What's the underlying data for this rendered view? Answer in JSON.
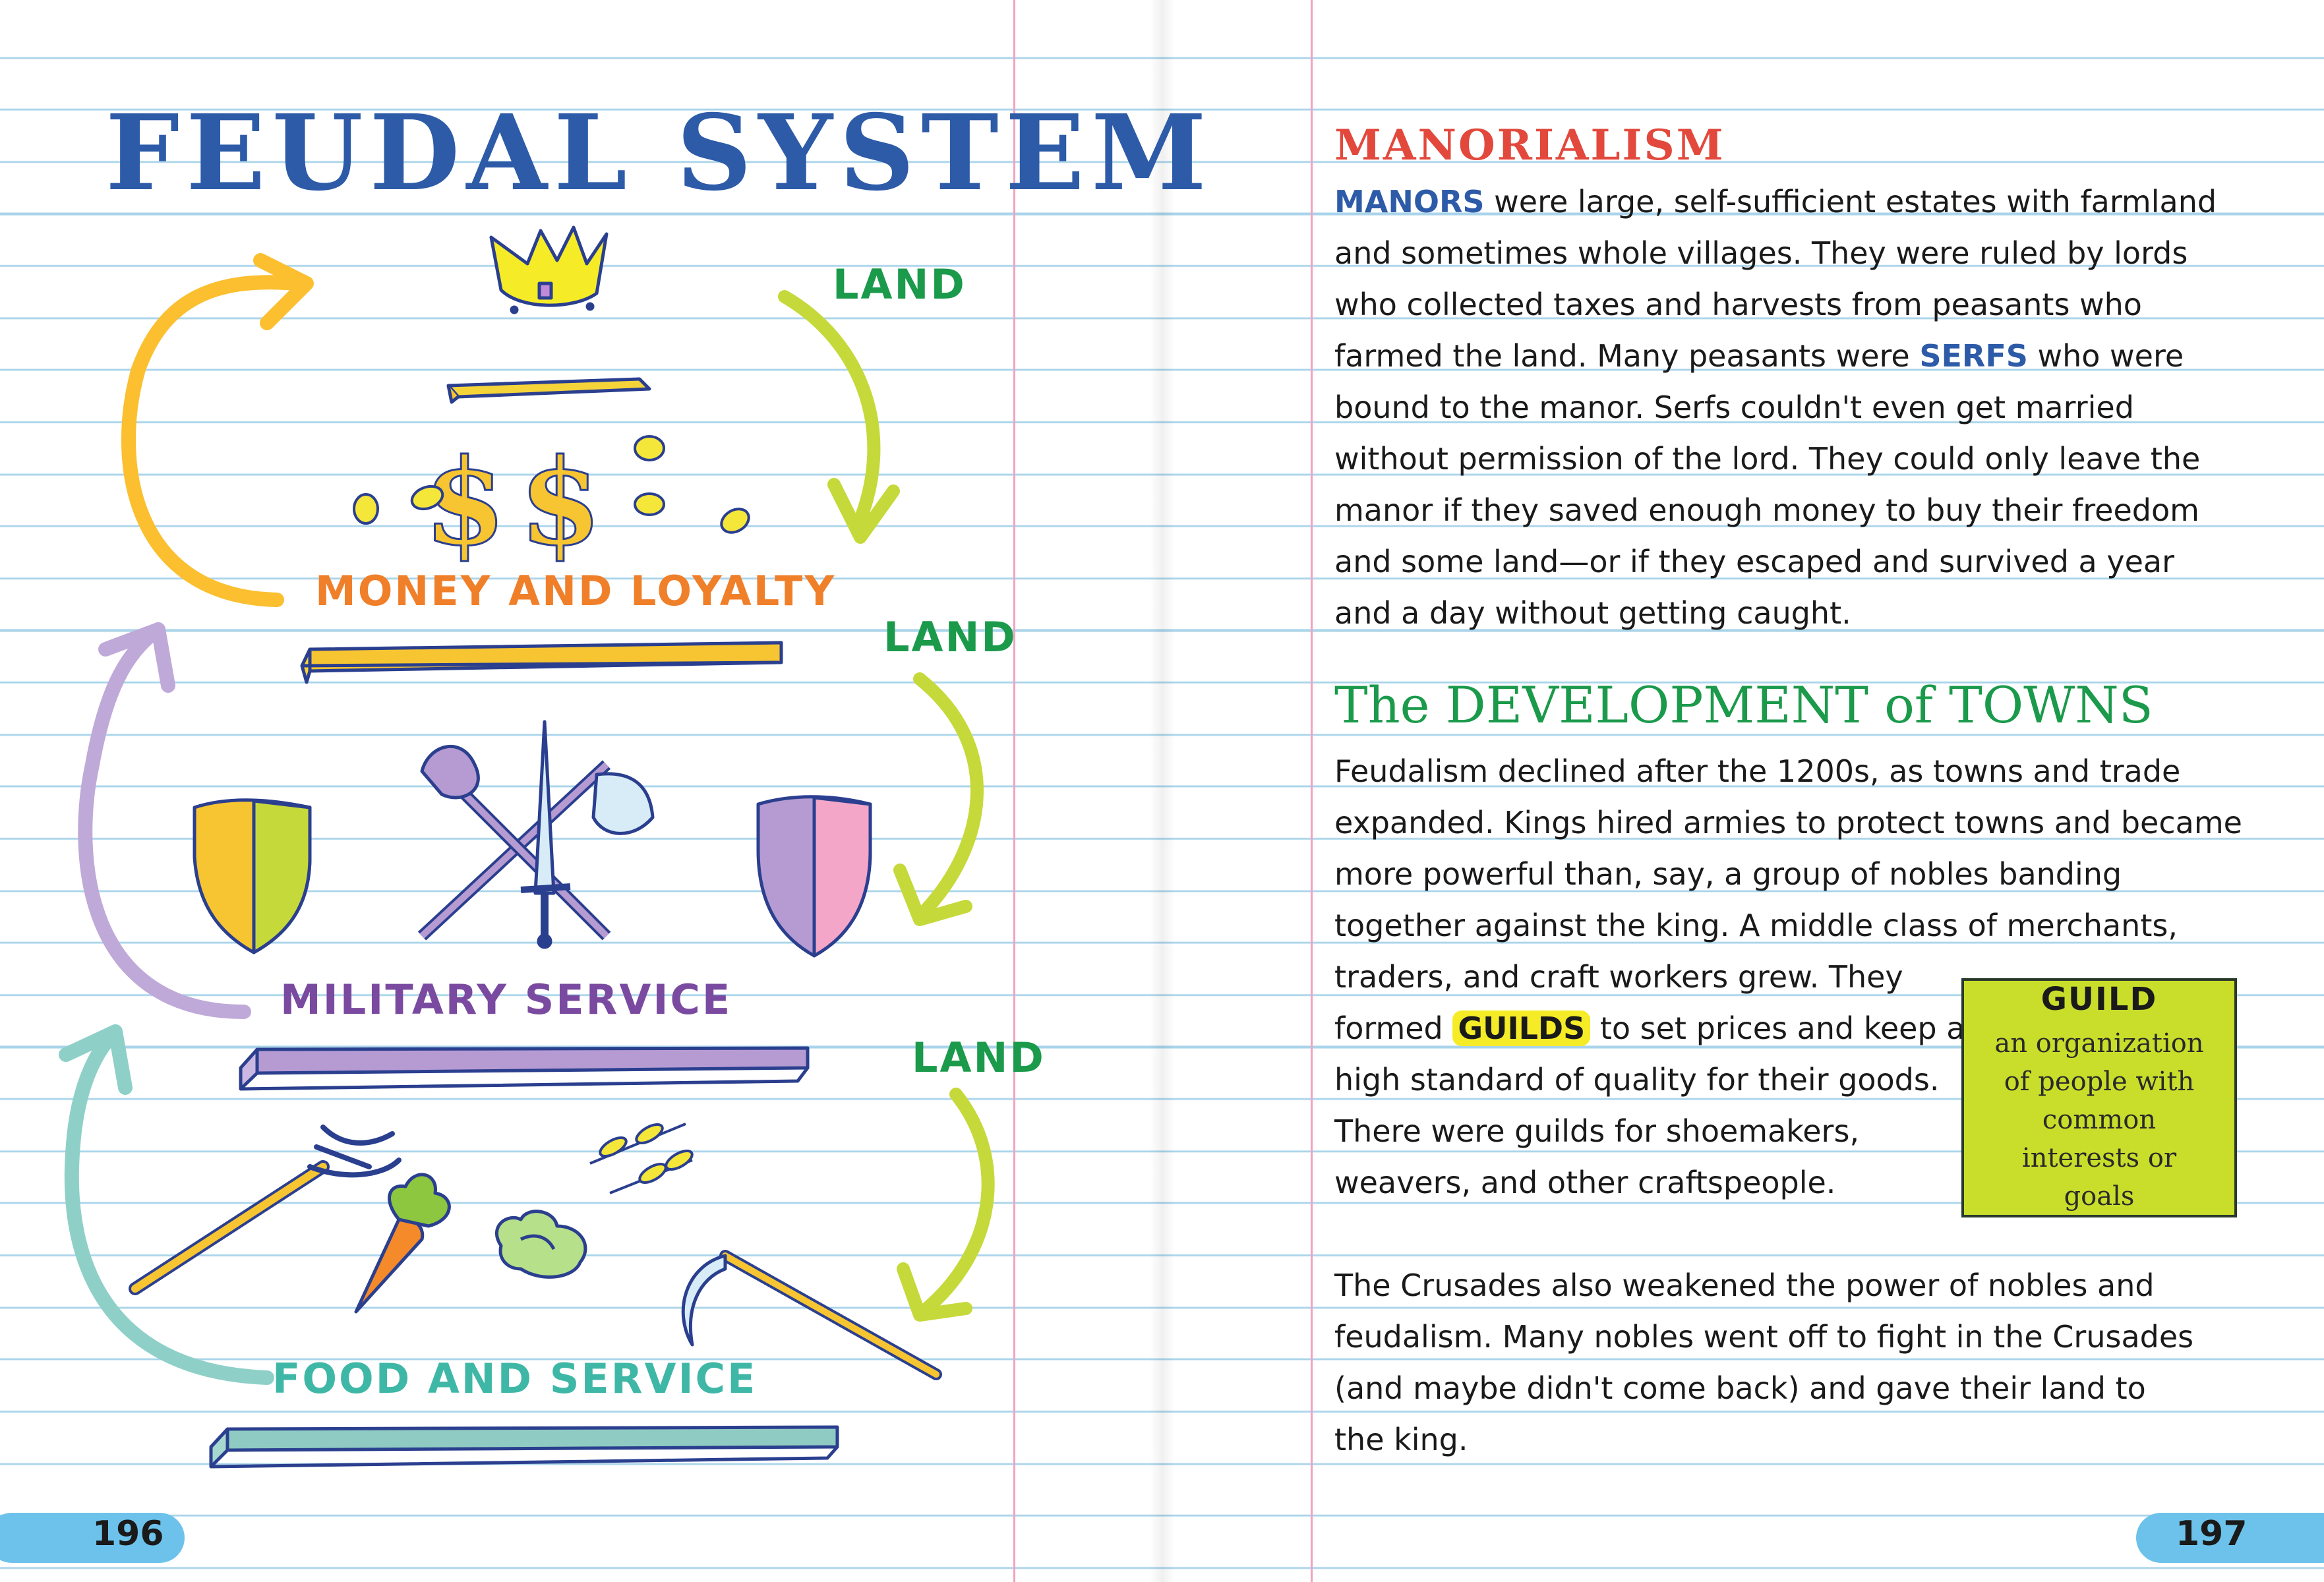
{
  "left_page": {
    "title": "FEUDAL SYSTEM",
    "diagram": {
      "tiers": [
        {
          "label": "MONEY AND LOYALTY",
          "color": "#f07f2a"
        },
        {
          "label": "MILITARY SERVICE",
          "color": "#7a4aa0"
        },
        {
          "label": "FOOD AND SERVICE",
          "color": "#3fb7a6"
        }
      ],
      "land_labels": [
        "LAND",
        "LAND",
        "LAND"
      ],
      "symbols": [
        "$",
        "$"
      ],
      "colors": {
        "crown": "#f5ec27",
        "plank_top": "#f5d43a",
        "plank_money": "#f7c531",
        "plank_military": "#b69bd3",
        "plank_food": "#8fcbc2",
        "arrow_yellow": "#fbbf2f",
        "arrow_lime": "#c6d93a",
        "arrow_purple": "#bfa9d8",
        "arrow_teal": "#8ed0c8",
        "outline": "#2b3f8f"
      }
    },
    "page_number": "196"
  },
  "right_page": {
    "manorialism": {
      "heading": "MANORIALISM",
      "lines": [
        {
          "kw": "MANORS",
          "text": " were large, self-sufficient estates with farmland"
        },
        {
          "text": "and sometimes whole villages. They were ruled by lords"
        },
        {
          "text": "who collected taxes and harvests from peasants who"
        },
        {
          "pre": "farmed the land. Many peasants were ",
          "kw": "SERFS",
          "post": " who were"
        },
        {
          "text": "bound to the manor. Serfs couldn't even get married"
        },
        {
          "text": "without permission of the lord. They could only leave the"
        },
        {
          "text": "manor if they saved enough money to buy their freedom"
        },
        {
          "text": "and some land—or if they escaped and survived a year"
        },
        {
          "text": "and a day without getting caught."
        }
      ]
    },
    "towns": {
      "heading": "The DEVELOPMENT of TOWNS",
      "lines": [
        "Feudalism declined after the 1200s, as towns and trade",
        "expanded. Kings hired armies to protect towns and became",
        "more powerful than, say, a group of nobles banding",
        "together against the king. A middle class of merchants,",
        "traders, and craft workers grew. They"
      ],
      "guild_line": {
        "pre": "formed ",
        "kw": "GUILDS",
        "post": " to set prices and keep a"
      },
      "tail_lines": [
        "high standard of quality for their goods.",
        "There were guilds for shoemakers,",
        "weavers, and other craftspeople."
      ]
    },
    "guild_box": {
      "title": "GUILD",
      "definition": "an organization of people with common interests or goals"
    },
    "crusades": {
      "lines": [
        "The Crusades also weakened the power of nobles and",
        "feudalism. Many nobles went off to fight in the Crusades",
        "(and maybe didn't come back) and gave their land to",
        "the king."
      ]
    },
    "page_number": "197"
  }
}
